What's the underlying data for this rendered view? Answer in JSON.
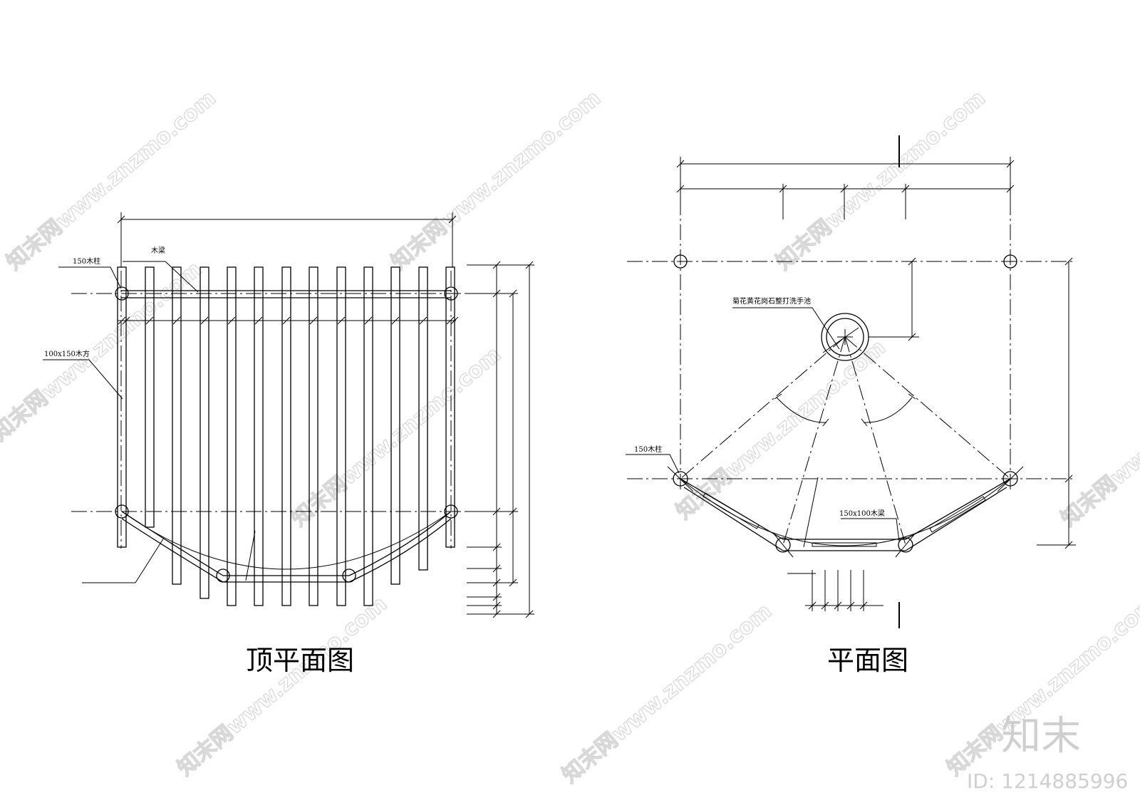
{
  "left_plan": {
    "title": "顶平面图",
    "labels": {
      "column": "150木柱",
      "beam": "木梁",
      "joist": "100x150木方"
    }
  },
  "right_plan": {
    "title": "平面图",
    "labels": {
      "basin": "菊花黄花岗石整打洗手池",
      "column": "150木柱",
      "beam": "150x100木梁"
    }
  },
  "watermark": {
    "text": "知末网www.znzmo.com",
    "brand": "知末",
    "id": "ID: 1214885996"
  }
}
